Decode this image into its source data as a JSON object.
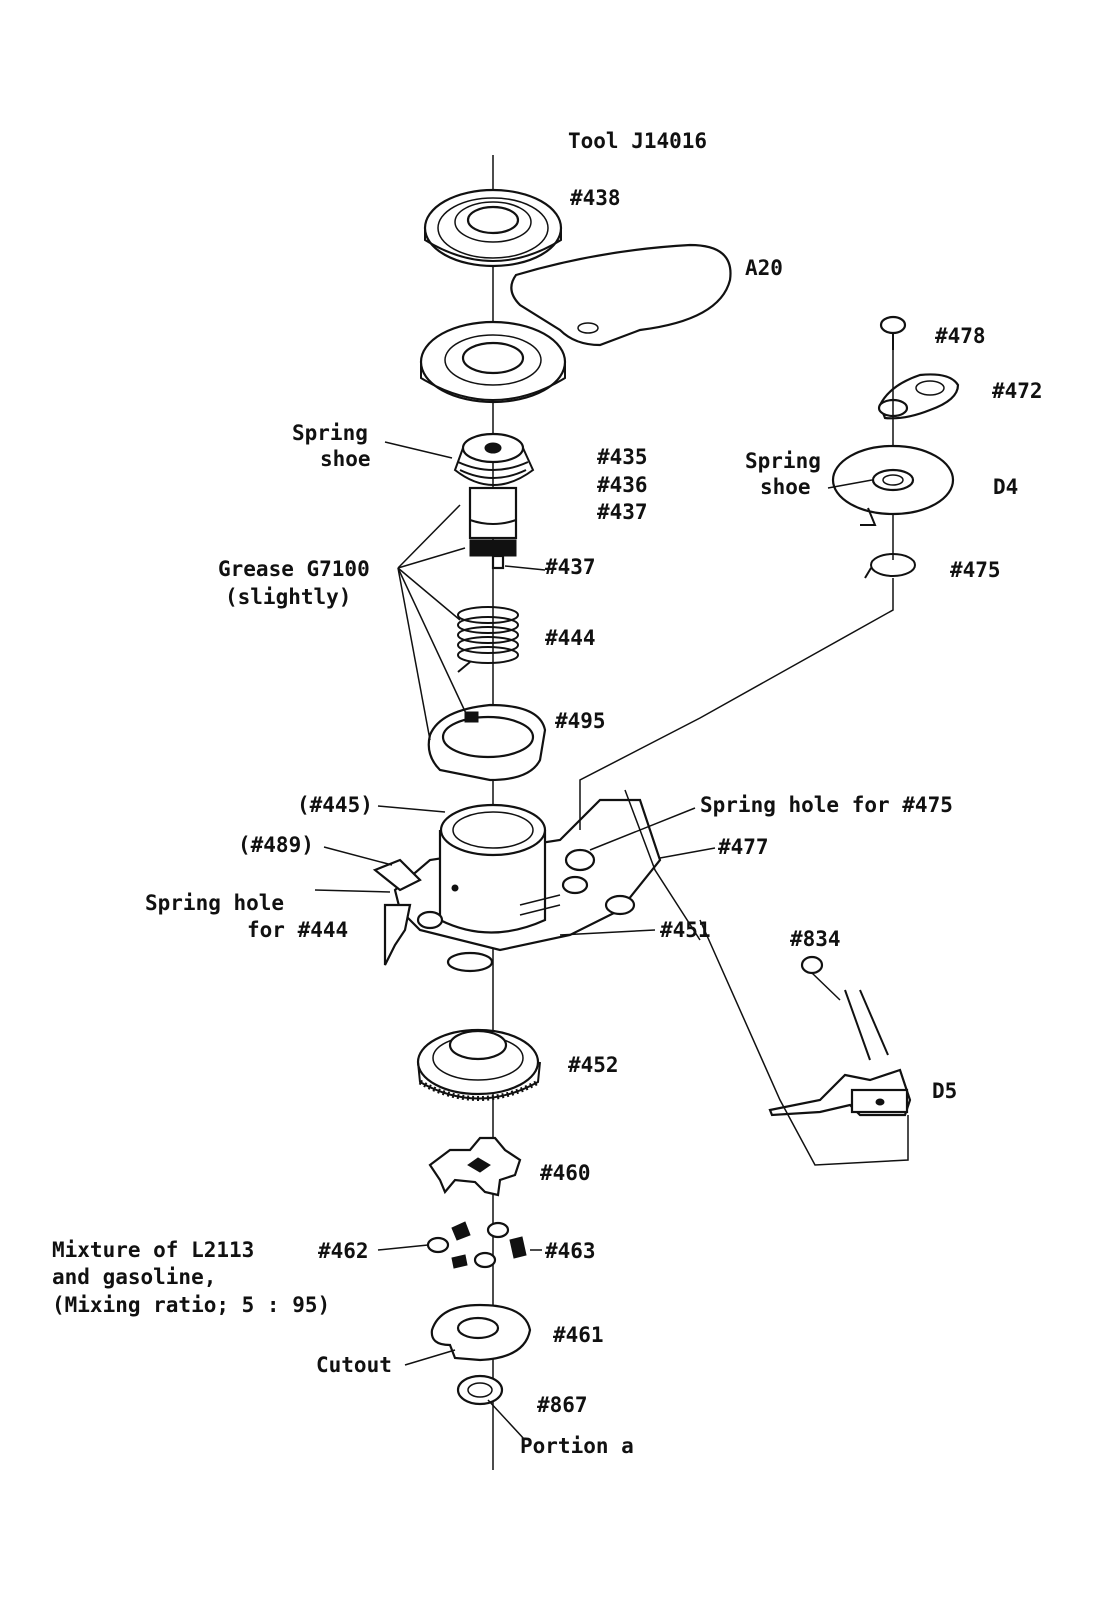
{
  "labels": {
    "tool": "Tool J14016",
    "p438": "#438",
    "a20": "A20",
    "p478": "#478",
    "p472": "#472",
    "spring_shoe_1a": "Spring",
    "spring_shoe_1b": "shoe",
    "p435": "#435",
    "p436": "#436",
    "p437a": "#437",
    "spring_shoe_2a": "Spring",
    "spring_shoe_2b": "shoe",
    "d4": "D4",
    "grease_a": "Grease G7100",
    "grease_b": "(slightly)",
    "p437b": "#437",
    "p475": "#475",
    "p444": "#444",
    "p495": "#495",
    "p445": "(#445)",
    "spring_hole_475": "Spring hole for #475",
    "p489": "(#489)",
    "p477": "#477",
    "spring_hole_444_a": "Spring hole",
    "spring_hole_444_b": "for #444",
    "p451": "#451",
    "p834": "#834",
    "p452": "#452",
    "d5": "D5",
    "p460": "#460",
    "mixture_a": "Mixture of L2113",
    "mixture_b": "and gasoline,",
    "mixture_c": "(Mixing ratio; 5 : 95)",
    "p462": "#462",
    "p463": "#463",
    "p461": "#461",
    "cutout": "Cutout",
    "p867": "#867",
    "portion_a": "Portion a"
  }
}
